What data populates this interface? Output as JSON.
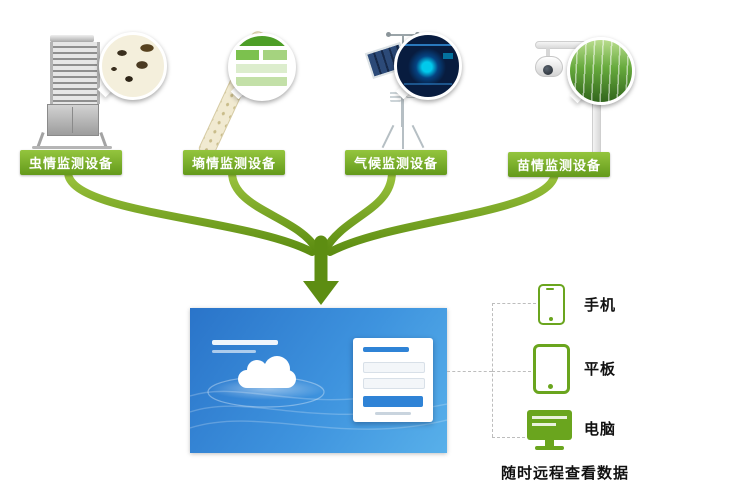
{
  "diagram": {
    "title_hint": "agricultural-iot-monitoring-diagram",
    "devices": [
      {
        "label": "虫情监测设备",
        "icon": "insect-trap-device"
      },
      {
        "label": "墒情监测设备",
        "icon": "soil-moisture-probe"
      },
      {
        "label": "气候监测设备",
        "icon": "weather-station"
      },
      {
        "label": "苗情监测设备",
        "icon": "surveillance-camera"
      }
    ],
    "platform": {
      "description": "cloud-platform-login-screenshot"
    },
    "endpoints": [
      {
        "label": "手机",
        "icon": "phone-icon"
      },
      {
        "label": "平板",
        "icon": "tablet-icon"
      },
      {
        "label": "电脑",
        "icon": "desktop-icon"
      }
    ],
    "caption": "随时远程查看数据",
    "colors": {
      "green": "#6aa51e",
      "green_dark": "#5d8d12",
      "green_light": "#94c53e",
      "platform_blue": "#2f83d6",
      "dash_gray": "#bdbdbd"
    }
  }
}
